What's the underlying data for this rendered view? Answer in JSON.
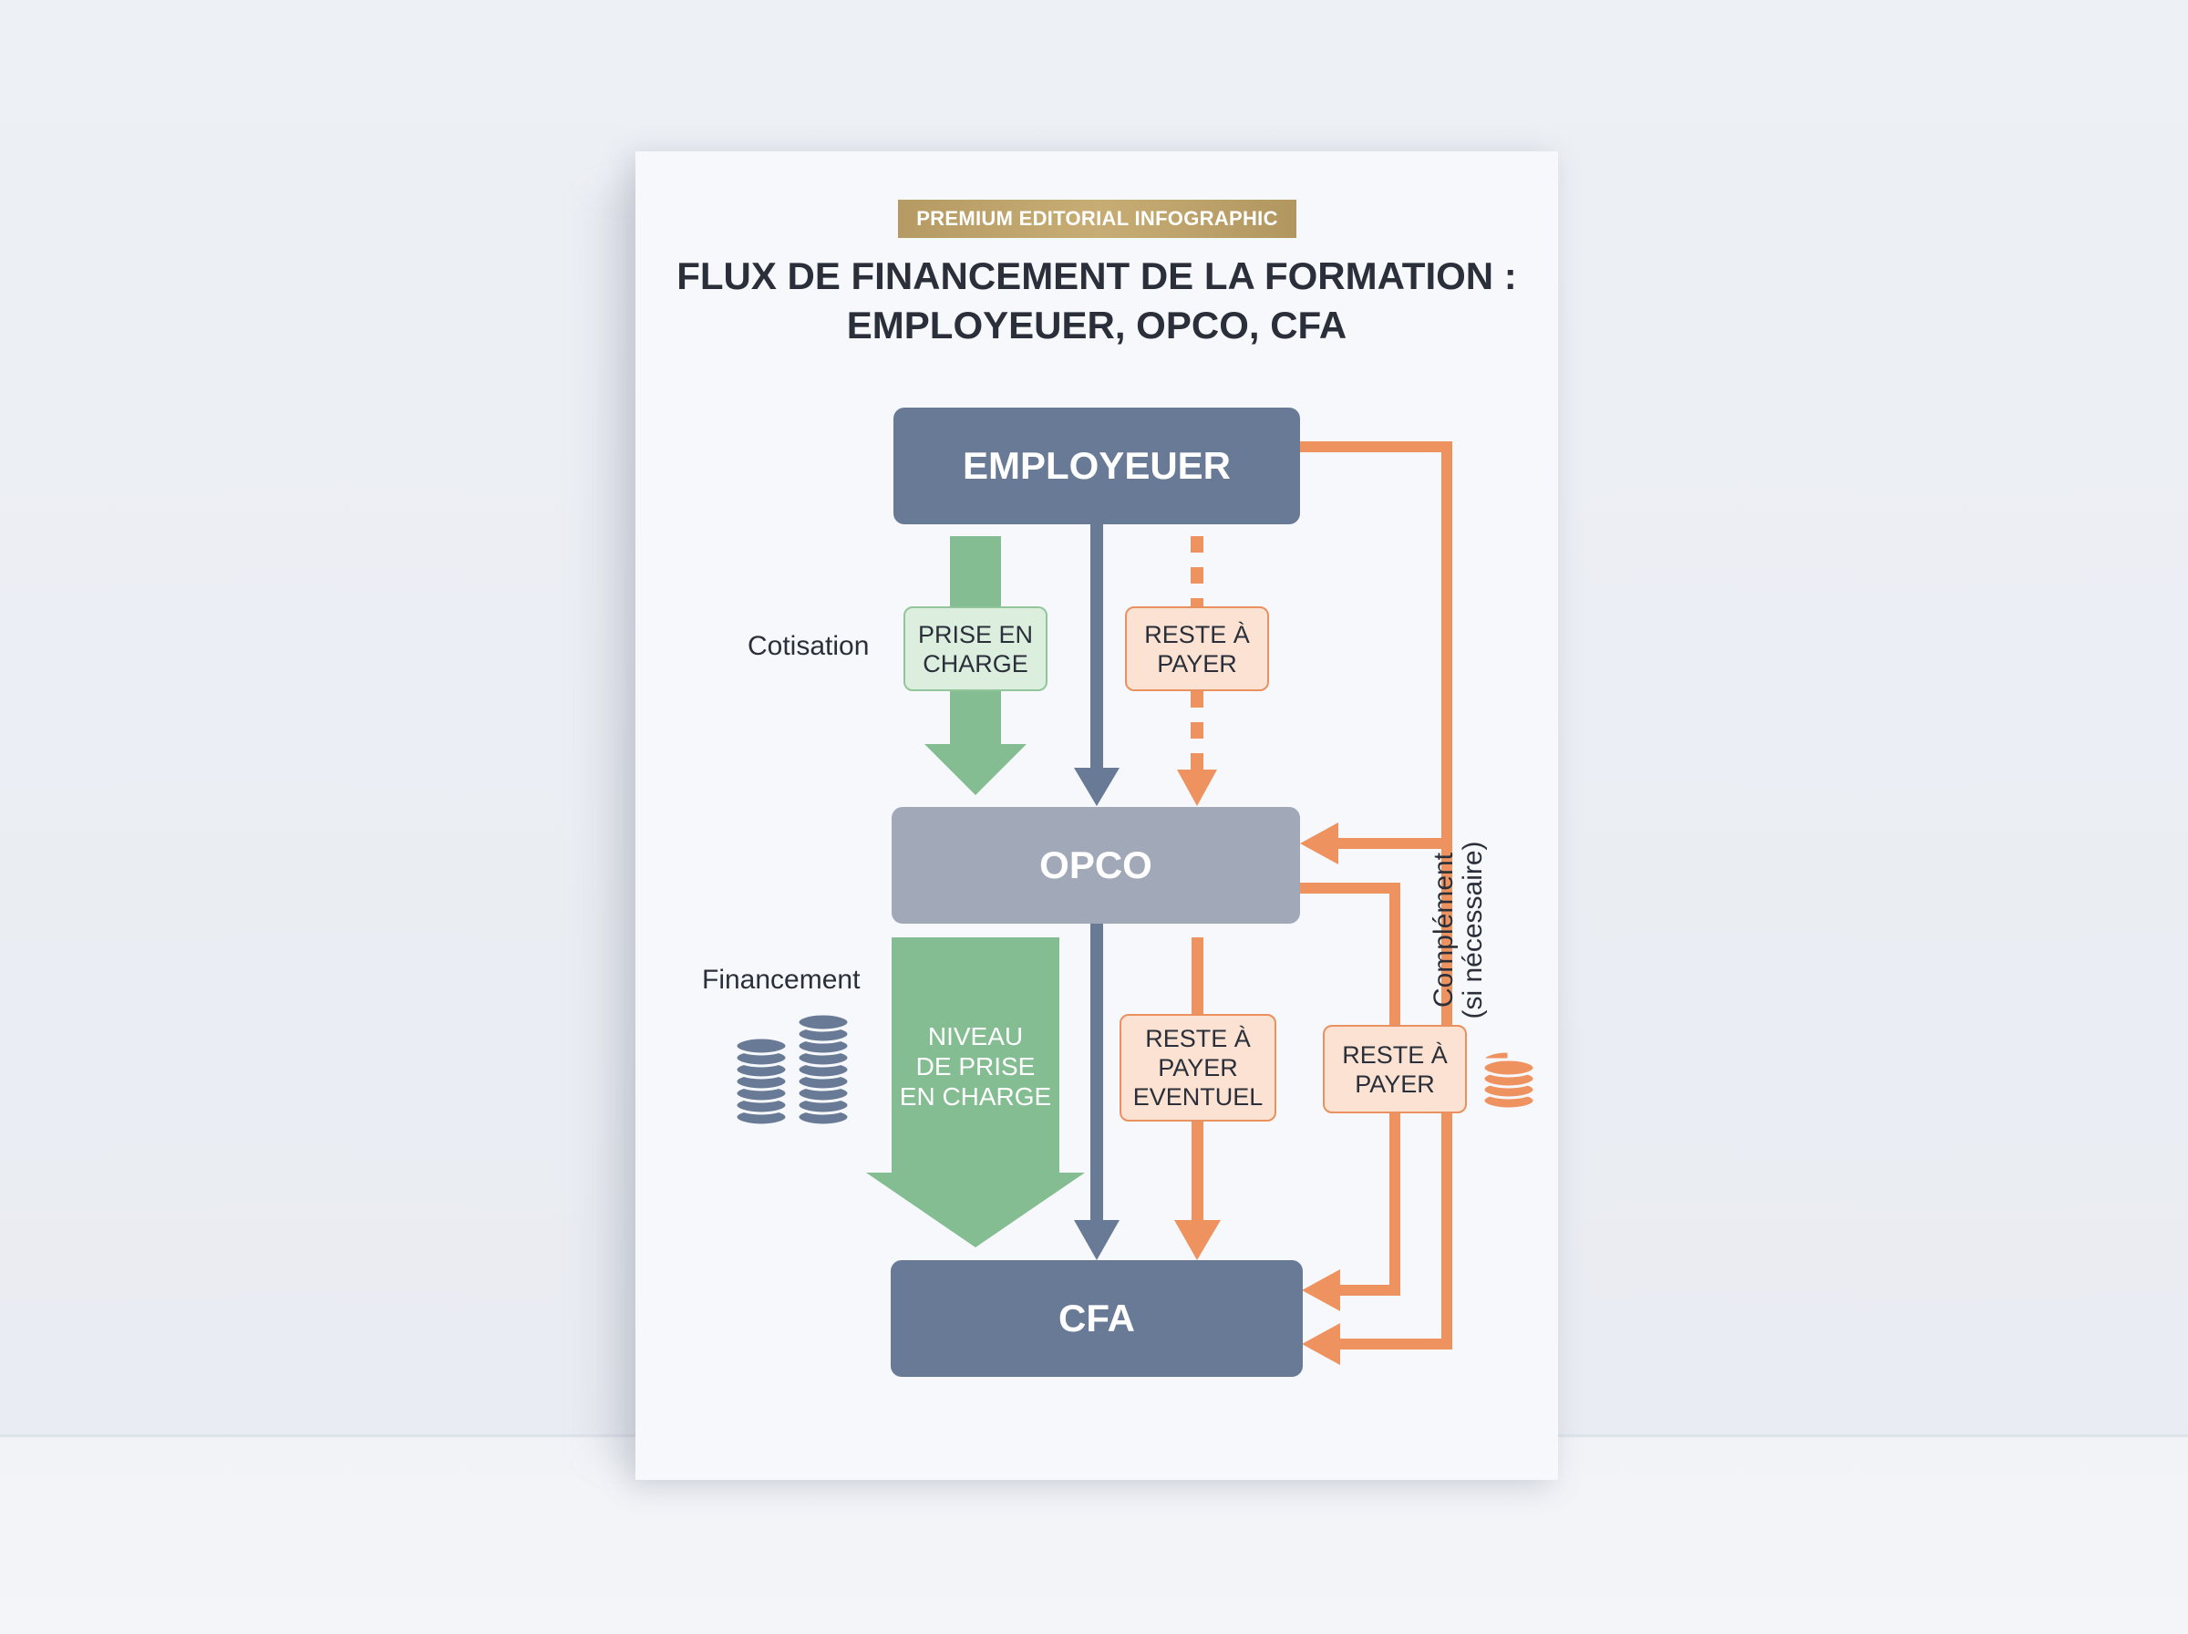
{
  "badge": "PREMIUM EDITORIAL INFOGRAPHIC",
  "title": {
    "line1": "FLUX DE FINANCEMENT DE LA FORMATION :",
    "line2": "EMPLOYEUER, OPCO, CFA"
  },
  "nodes": {
    "employeur": "EMPLOYEUER",
    "opco": "OPCO",
    "cfa": "CFA"
  },
  "labels": {
    "cotisation": "Cotisation",
    "financement": "Financement",
    "complement_line1": "Complément",
    "complement_line2": "(si nécessaire)"
  },
  "pills": {
    "prise_en_charge": {
      "line1": "PRISE EN",
      "line2": "CHARGE"
    },
    "reste_a_payer_top": {
      "line1": "RESTE À",
      "line2": "PAYER"
    },
    "reste_a_payer_eventuel": {
      "line1": "RESTE À",
      "line2": "PAYER",
      "line3": "EVENTUEL"
    },
    "reste_a_payer_right": {
      "line1": "RESTE À",
      "line2": "PAYER"
    }
  },
  "big_arrow_text": {
    "line1": "NIVEAU",
    "line2": "DE PRISE",
    "line3": "EN CHARGE"
  },
  "colors": {
    "navy": "#687a96",
    "grey": "#a1a8b8",
    "green": "#84bd91",
    "orange": "#ee9360",
    "gold": "#bda069"
  }
}
